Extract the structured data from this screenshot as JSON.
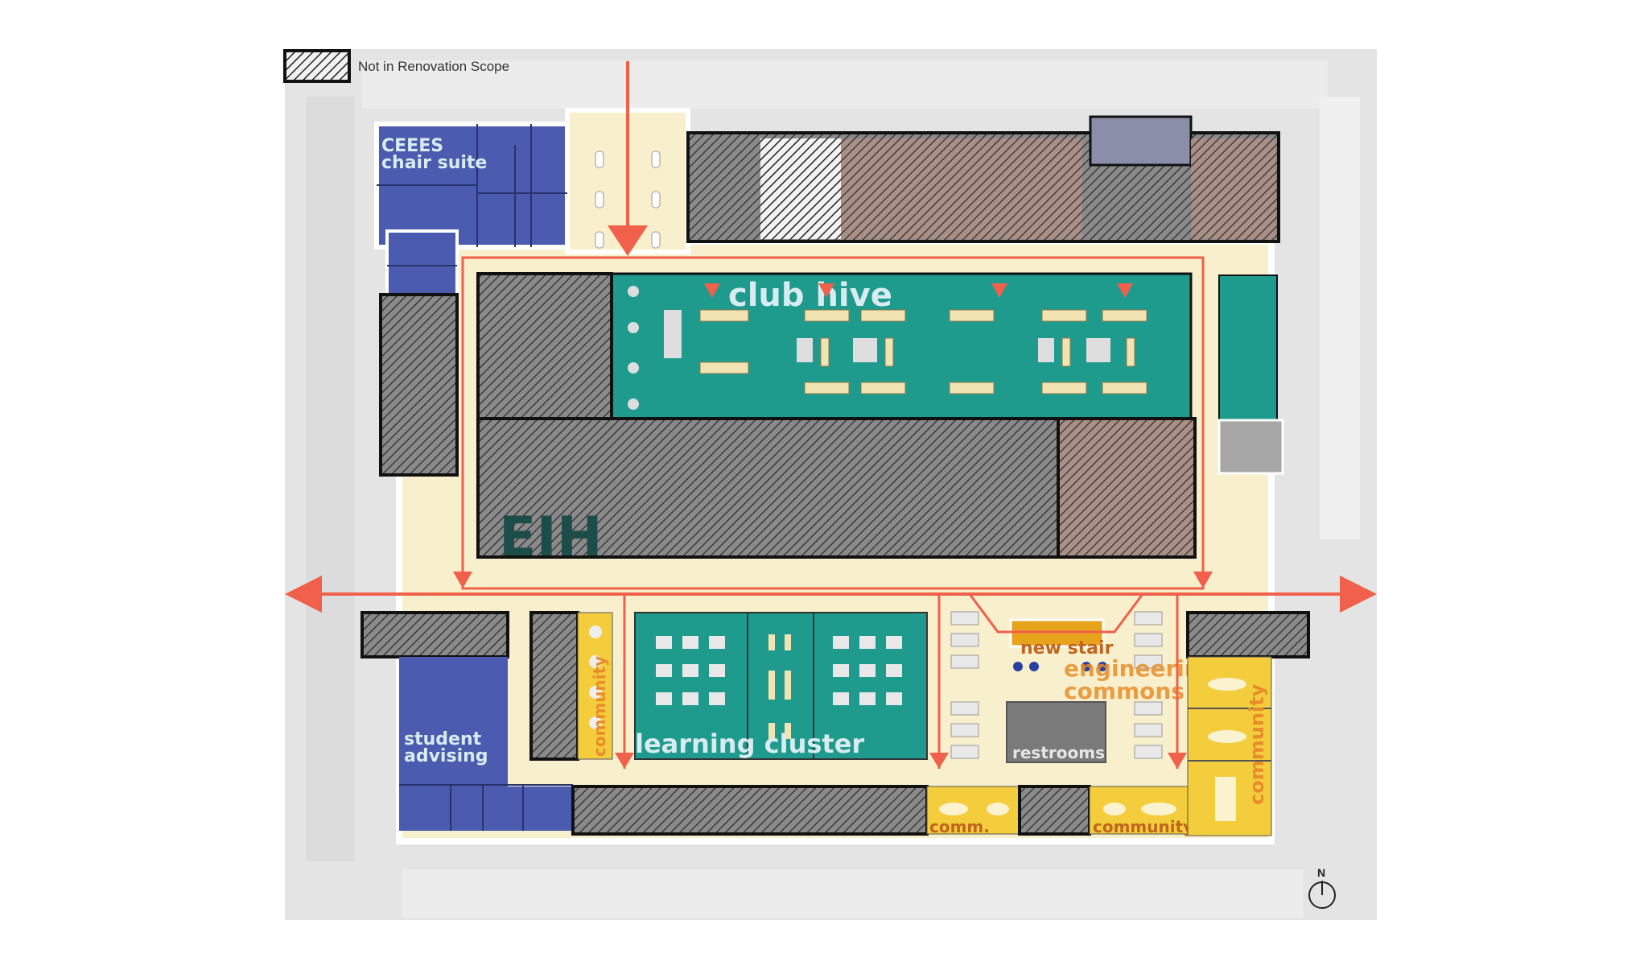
{
  "legend": {
    "label": "Not in Renovation Scope",
    "swatch": "hatch"
  },
  "colors": {
    "circulation_arrow": "#f0604a",
    "administrative_blue": "#4a5bb0",
    "collaboration_teal": "#1f9b8e",
    "community_yellow": "#f3cd3c",
    "commons_cream": "#f8efcc",
    "label_orange": "#e88d2a",
    "label_light": "#d8ecf0",
    "eih_dark": "#1d4d48"
  },
  "labels": {
    "ceees_line1": "CEEES",
    "ceees_line2": "chair suite",
    "club_hive": "club hive",
    "eih": "EIH",
    "student_line1": "student",
    "student_line2": "advising",
    "learning_cluster": "learning cluster",
    "new_stair": "new stair",
    "engineering_line1": "engineering",
    "engineering_line2": "commons",
    "restrooms": "restrooms",
    "community_left": "community",
    "community_right": "community",
    "community_bottom": "community",
    "comm_bottom": "comm."
  },
  "compass": {
    "label": "N"
  }
}
